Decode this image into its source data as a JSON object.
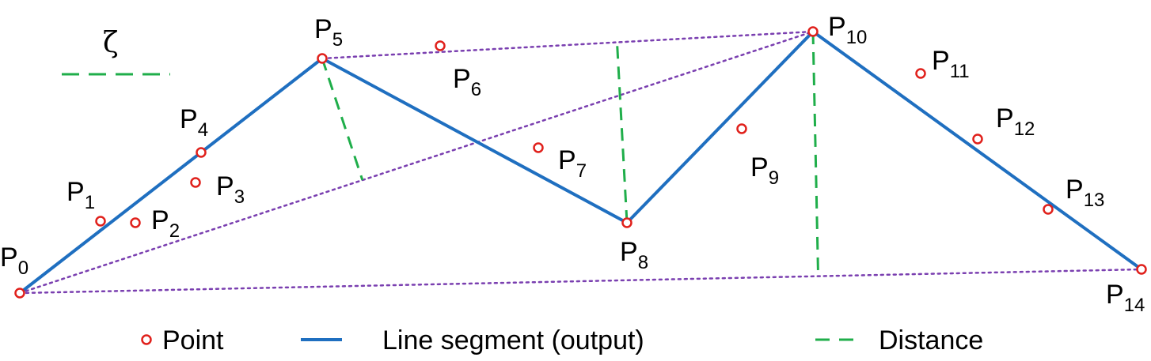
{
  "colors": {
    "segment": "#1f6fc0",
    "point": "#e0201b",
    "distance": "#1fae4a",
    "chord": "#7a3fb0"
  },
  "threshold_symbol": "ζ",
  "points": [
    {
      "id": "P0",
      "base": "P",
      "sub": "0"
    },
    {
      "id": "P1",
      "base": "P",
      "sub": "1"
    },
    {
      "id": "P2",
      "base": "P",
      "sub": "2"
    },
    {
      "id": "P3",
      "base": "P",
      "sub": "3"
    },
    {
      "id": "P4",
      "base": "P",
      "sub": "4"
    },
    {
      "id": "P5",
      "base": "P",
      "sub": "5"
    },
    {
      "id": "P6",
      "base": "P",
      "sub": "6"
    },
    {
      "id": "P7",
      "base": "P",
      "sub": "7"
    },
    {
      "id": "P8",
      "base": "P",
      "sub": "8"
    },
    {
      "id": "P9",
      "base": "P",
      "sub": "9"
    },
    {
      "id": "P10",
      "base": "P",
      "sub": "10"
    },
    {
      "id": "P11",
      "base": "P",
      "sub": "11"
    },
    {
      "id": "P12",
      "base": "P",
      "sub": "12"
    },
    {
      "id": "P13",
      "base": "P",
      "sub": "13"
    },
    {
      "id": "P14",
      "base": "P",
      "sub": "14"
    }
  ],
  "output_polyline": [
    "P0",
    "P5",
    "P8",
    "P10",
    "P14"
  ],
  "chords": [
    [
      "P0",
      "P14"
    ],
    [
      "P0",
      "P10"
    ],
    [
      "P5",
      "P10"
    ]
  ],
  "legend": {
    "point": "Point",
    "segment": "Line segment (output)",
    "distance": "Distance"
  }
}
